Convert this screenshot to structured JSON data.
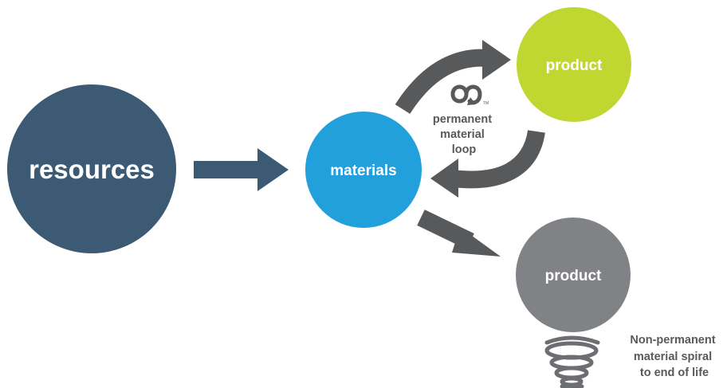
{
  "nodes": {
    "resources": {
      "label": "resources",
      "color": "#3d5a74"
    },
    "materials": {
      "label": "materials",
      "color": "#21a0db"
    },
    "product_loop": {
      "label": "product",
      "color": "#bfd730"
    },
    "product_spiral": {
      "label": "product",
      "color": "#808285"
    }
  },
  "loop_caption": [
    "permanent",
    "material",
    "loop"
  ],
  "spiral_caption": [
    "Non-permanent",
    "material spiral",
    "to end of life"
  ],
  "arrow_colors": {
    "primary": "#3d5a74",
    "loop": "#58595b"
  },
  "icons": {
    "loop_symbol": "infinity-loop-icon",
    "spiral": "spiral-icon"
  }
}
